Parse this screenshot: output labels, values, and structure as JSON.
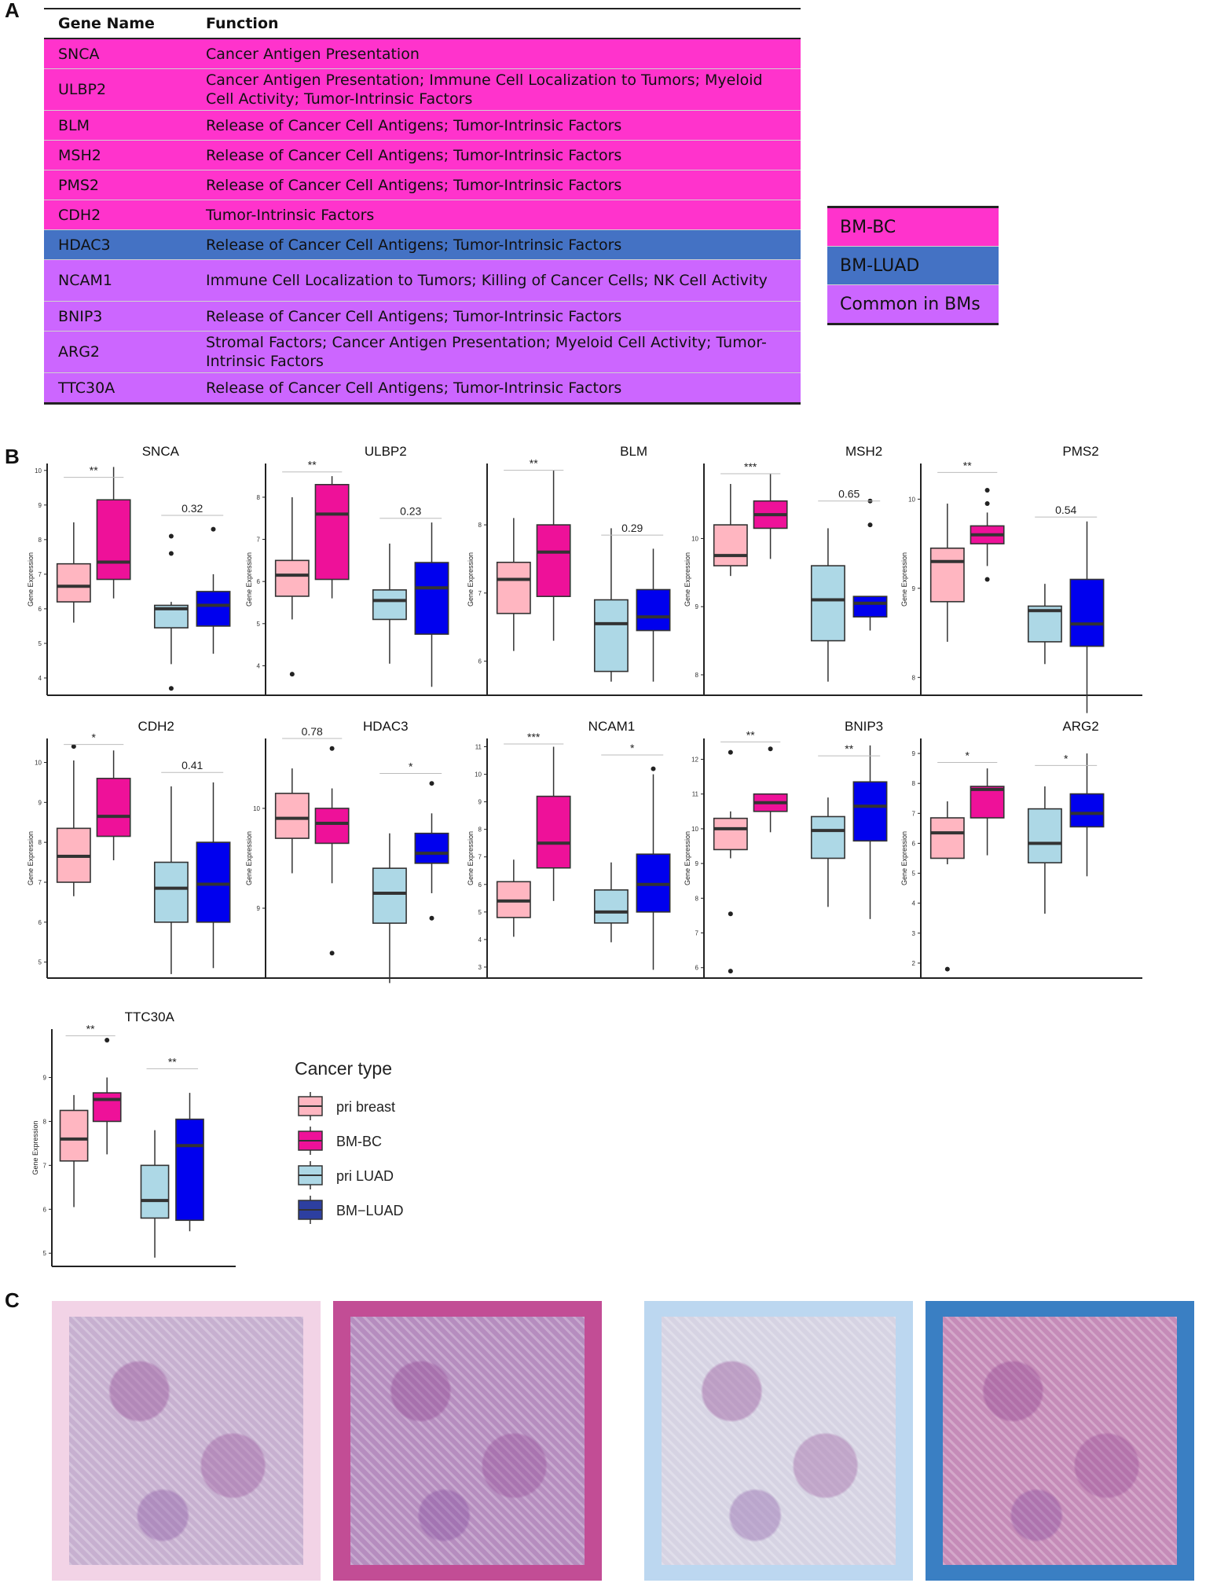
{
  "panels": {
    "a": "A",
    "b": "B",
    "c": "C"
  },
  "colors": {
    "bm_bc": "#ff33cc",
    "bm_luad": "#4472c4",
    "common": "#cc66ff",
    "pri_breast": "#ffb6c1",
    "bm_bc_box": "#ee1199",
    "pri_luad": "#add8e6",
    "bm_luad_box": "#0000ee"
  },
  "table": {
    "headers": [
      "Gene Name",
      "Function"
    ],
    "rows": [
      {
        "gene": "SNCA",
        "function": "Cancer Antigen Presentation",
        "group": "bc"
      },
      {
        "gene": "ULBP2",
        "function": "Cancer Antigen Presentation; Immune Cell Localization to Tumors; Myeloid Cell Activity; Tumor-Intrinsic Factors",
        "group": "bc"
      },
      {
        "gene": "BLM",
        "function": "Release of Cancer Cell Antigens; Tumor-Intrinsic Factors",
        "group": "bc"
      },
      {
        "gene": "MSH2",
        "function": "Release of Cancer Cell Antigens; Tumor-Intrinsic Factors",
        "group": "bc"
      },
      {
        "gene": "PMS2",
        "function": "Release of Cancer Cell Antigens; Tumor-Intrinsic Factors",
        "group": "bc"
      },
      {
        "gene": "CDH2",
        "function": "Tumor-Intrinsic Factors",
        "group": "bc"
      },
      {
        "gene": "HDAC3",
        "function": "Release of Cancer Cell Antigens; Tumor-Intrinsic Factors",
        "group": "luad"
      },
      {
        "gene": "NCAM1",
        "function": "Immune Cell Localization to Tumors; Killing of Cancer Cells; NK Cell Activity",
        "group": "common"
      },
      {
        "gene": "BNIP3",
        "function": "Release of Cancer Cell Antigens; Tumor-Intrinsic Factors",
        "group": "common"
      },
      {
        "gene": "ARG2",
        "function": "Stromal Factors; Cancer Antigen Presentation; Myeloid Cell Activity; Tumor-Intrinsic Factors",
        "group": "common"
      },
      {
        "gene": "TTC30A",
        "function": "Release of Cancer Cell Antigens; Tumor-Intrinsic Factors",
        "group": "common"
      }
    ]
  },
  "group_legend": [
    {
      "label": "BM-BC",
      "group": "bc"
    },
    {
      "label": "BM-LUAD",
      "group": "luad"
    },
    {
      "label": "Common in BMs",
      "group": "common"
    }
  ],
  "chart_data": [
    {
      "type": "box",
      "title": "SNCA",
      "ylabel": "Gene Expression",
      "ylim": [
        3.5,
        10.2
      ],
      "yticks": [
        4,
        5,
        6,
        7,
        8,
        9,
        10
      ],
      "boxes": [
        {
          "q1": 6.2,
          "median": 6.65,
          "q3": 7.3,
          "min": 5.6,
          "max": 8.5,
          "outliers": []
        },
        {
          "q1": 6.85,
          "median": 7.35,
          "q3": 9.15,
          "min": 6.3,
          "max": 10.1,
          "outliers": []
        },
        {
          "q1": 5.45,
          "median": 6.0,
          "q3": 6.1,
          "min": 4.4,
          "max": 6.2,
          "outliers": [
            8.1,
            7.6,
            3.7
          ]
        },
        {
          "q1": 5.5,
          "median": 6.1,
          "q3": 6.5,
          "min": 4.7,
          "max": 7.0,
          "outliers": [
            8.3
          ]
        }
      ],
      "comparisons": [
        {
          "label": "**",
          "pair": [
            0,
            1
          ],
          "y": 9.8
        },
        {
          "label": "0.32",
          "pair": [
            2,
            3
          ],
          "y": 8.7
        }
      ]
    },
    {
      "type": "box",
      "title": "ULBP2",
      "ylabel": "Gene Expression",
      "ylim": [
        3.3,
        8.8
      ],
      "yticks": [
        4,
        5,
        6,
        7,
        8
      ],
      "boxes": [
        {
          "q1": 5.65,
          "median": 6.15,
          "q3": 6.5,
          "min": 5.1,
          "max": 8.0,
          "outliers": [
            3.8
          ]
        },
        {
          "q1": 6.05,
          "median": 7.6,
          "q3": 8.3,
          "min": 5.6,
          "max": 8.5,
          "outliers": []
        },
        {
          "q1": 5.1,
          "median": 5.55,
          "q3": 5.8,
          "min": 4.05,
          "max": 6.9,
          "outliers": []
        },
        {
          "q1": 4.75,
          "median": 5.85,
          "q3": 6.45,
          "min": 3.5,
          "max": 7.4,
          "outliers": []
        }
      ],
      "comparisons": [
        {
          "label": "**",
          "pair": [
            0,
            1
          ],
          "y": 8.6
        },
        {
          "label": "0.23",
          "pair": [
            2,
            3
          ],
          "y": 7.5
        }
      ]
    },
    {
      "type": "box",
      "title": "BLM",
      "ylabel": "Gene Expression",
      "ylim": [
        5.5,
        8.9
      ],
      "yticks": [
        6,
        7,
        8
      ],
      "boxes": [
        {
          "q1": 6.7,
          "median": 7.2,
          "q3": 7.45,
          "min": 6.15,
          "max": 8.1,
          "outliers": []
        },
        {
          "q1": 6.95,
          "median": 7.6,
          "q3": 8.0,
          "min": 6.3,
          "max": 8.8,
          "outliers": []
        },
        {
          "q1": 5.85,
          "median": 6.55,
          "q3": 6.9,
          "min": 5.7,
          "max": 7.95,
          "outliers": []
        },
        {
          "q1": 6.45,
          "median": 6.65,
          "q3": 7.05,
          "min": 5.7,
          "max": 7.65,
          "outliers": []
        }
      ],
      "comparisons": [
        {
          "label": "**",
          "pair": [
            0,
            1
          ],
          "y": 8.8
        },
        {
          "label": "0.29",
          "pair": [
            2,
            3
          ],
          "y": 7.85
        }
      ]
    },
    {
      "type": "box",
      "title": "MSH2",
      "ylabel": "Gene Expression",
      "ylim": [
        7.7,
        11.1
      ],
      "yticks": [
        8,
        9,
        10
      ],
      "boxes": [
        {
          "q1": 9.6,
          "median": 9.75,
          "q3": 10.2,
          "min": 9.45,
          "max": 10.8,
          "outliers": []
        },
        {
          "q1": 10.15,
          "median": 10.35,
          "q3": 10.55,
          "min": 9.7,
          "max": 10.95,
          "outliers": []
        },
        {
          "q1": 8.5,
          "median": 9.1,
          "q3": 9.6,
          "min": 7.9,
          "max": 10.15,
          "outliers": []
        },
        {
          "q1": 8.85,
          "median": 9.05,
          "q3": 9.15,
          "min": 8.65,
          "max": 9.15,
          "outliers": [
            10.55,
            10.2
          ]
        }
      ],
      "comparisons": [
        {
          "label": "***",
          "pair": [
            0,
            1
          ],
          "y": 10.95
        },
        {
          "label": "0.65",
          "pair": [
            2,
            3
          ],
          "y": 10.55
        }
      ]
    },
    {
      "type": "box",
      "title": "PMS2",
      "ylabel": "Gene Expression",
      "ylim": [
        7.8,
        10.4
      ],
      "yticks": [
        8,
        9,
        10
      ],
      "boxes": [
        {
          "q1": 8.85,
          "median": 9.3,
          "q3": 9.45,
          "min": 8.4,
          "max": 9.95,
          "outliers": []
        },
        {
          "q1": 9.5,
          "median": 9.6,
          "q3": 9.7,
          "min": 9.25,
          "max": 9.85,
          "outliers": [
            10.1,
            9.95,
            9.1
          ]
        },
        {
          "q1": 8.4,
          "median": 8.75,
          "q3": 8.8,
          "min": 8.15,
          "max": 9.05,
          "outliers": []
        },
        {
          "q1": 8.35,
          "median": 8.6,
          "q3": 9.1,
          "min": 7.6,
          "max": 9.75,
          "outliers": []
        }
      ],
      "comparisons": [
        {
          "label": "**",
          "pair": [
            0,
            1
          ],
          "y": 10.3
        },
        {
          "label": "0.54",
          "pair": [
            2,
            3
          ],
          "y": 9.8
        }
      ]
    },
    {
      "type": "box",
      "title": "CDH2",
      "ylabel": "Gene Expression",
      "ylim": [
        4.6,
        10.6
      ],
      "yticks": [
        5,
        6,
        7,
        8,
        9,
        10
      ],
      "boxes": [
        {
          "q1": 7.0,
          "median": 7.65,
          "q3": 8.35,
          "min": 6.65,
          "max": 10.05,
          "outliers": [
            10.4
          ]
        },
        {
          "q1": 8.15,
          "median": 8.65,
          "q3": 9.6,
          "min": 7.55,
          "max": 10.3,
          "outliers": []
        },
        {
          "q1": 6.0,
          "median": 6.85,
          "q3": 7.5,
          "min": 4.7,
          "max": 9.4,
          "outliers": []
        },
        {
          "q1": 6.0,
          "median": 6.95,
          "q3": 8.0,
          "min": 4.85,
          "max": 9.5,
          "outliers": []
        }
      ],
      "comparisons": [
        {
          "label": "*",
          "pair": [
            0,
            1
          ],
          "y": 10.45
        },
        {
          "label": "0.41",
          "pair": [
            2,
            3
          ],
          "y": 9.75
        }
      ]
    },
    {
      "type": "box",
      "title": "HDAC3",
      "ylabel": "Gene Expression",
      "ylim": [
        8.3,
        10.7
      ],
      "yticks": [
        9,
        10
      ],
      "boxes": [
        {
          "q1": 9.7,
          "median": 9.9,
          "q3": 10.15,
          "min": 9.35,
          "max": 10.4,
          "outliers": []
        },
        {
          "q1": 9.65,
          "median": 9.85,
          "q3": 10.0,
          "min": 9.25,
          "max": 10.2,
          "outliers": [
            10.6,
            8.55
          ]
        },
        {
          "q1": 8.85,
          "median": 9.15,
          "q3": 9.4,
          "min": 8.25,
          "max": 9.75,
          "outliers": []
        },
        {
          "q1": 9.45,
          "median": 9.55,
          "q3": 9.75,
          "min": 9.15,
          "max": 9.95,
          "outliers": [
            10.25,
            8.9
          ]
        }
      ],
      "comparisons": [
        {
          "label": "0.78",
          "pair": [
            0,
            1
          ],
          "y": 10.7
        },
        {
          "label": "*",
          "pair": [
            2,
            3
          ],
          "y": 10.35
        }
      ]
    },
    {
      "type": "box",
      "title": "NCAM1",
      "ylabel": "Gene Expression",
      "ylim": [
        2.6,
        11.3
      ],
      "yticks": [
        3,
        4,
        5,
        6,
        7,
        8,
        9,
        10,
        11
      ],
      "boxes": [
        {
          "q1": 4.8,
          "median": 5.4,
          "q3": 6.1,
          "min": 4.1,
          "max": 6.9,
          "outliers": []
        },
        {
          "q1": 6.6,
          "median": 7.5,
          "q3": 9.2,
          "min": 5.4,
          "max": 11.0,
          "outliers": []
        },
        {
          "q1": 4.6,
          "median": 5.0,
          "q3": 5.8,
          "min": 3.9,
          "max": 6.8,
          "outliers": []
        },
        {
          "q1": 5.0,
          "median": 6.0,
          "q3": 7.1,
          "min": 2.9,
          "max": 10.0,
          "outliers": [
            10.2
          ]
        }
      ],
      "comparisons": [
        {
          "label": "***",
          "pair": [
            0,
            1
          ],
          "y": 11.1
        },
        {
          "label": "*",
          "pair": [
            2,
            3
          ],
          "y": 10.7
        }
      ]
    },
    {
      "type": "box",
      "title": "BNIP3",
      "ylabel": "Gene Expression",
      "ylim": [
        5.7,
        12.6
      ],
      "yticks": [
        6,
        7,
        8,
        9,
        10,
        11,
        12
      ],
      "boxes": [
        {
          "q1": 9.4,
          "median": 10.0,
          "q3": 10.3,
          "min": 9.15,
          "max": 10.5,
          "outliers": [
            12.2,
            7.55,
            5.9
          ]
        },
        {
          "q1": 10.5,
          "median": 10.75,
          "q3": 11.0,
          "min": 9.9,
          "max": 11.0,
          "outliers": [
            12.3
          ]
        },
        {
          "q1": 9.15,
          "median": 9.95,
          "q3": 10.35,
          "min": 7.75,
          "max": 10.9,
          "outliers": []
        },
        {
          "q1": 9.65,
          "median": 10.65,
          "q3": 11.35,
          "min": 7.4,
          "max": 12.4,
          "outliers": []
        }
      ],
      "comparisons": [
        {
          "label": "**",
          "pair": [
            0,
            1
          ],
          "y": 12.5
        },
        {
          "label": "**",
          "pair": [
            2,
            3
          ],
          "y": 12.1
        }
      ]
    },
    {
      "type": "box",
      "title": "ARG2",
      "ylabel": "Gene Expression",
      "ylim": [
        1.5,
        9.5
      ],
      "yticks": [
        2,
        3,
        4,
        5,
        6,
        7,
        8,
        9
      ],
      "boxes": [
        {
          "q1": 5.5,
          "median": 6.35,
          "q3": 6.85,
          "min": 5.3,
          "max": 7.4,
          "outliers": [
            1.8
          ]
        },
        {
          "q1": 6.85,
          "median": 7.8,
          "q3": 7.9,
          "min": 5.6,
          "max": 8.5,
          "outliers": []
        },
        {
          "q1": 5.35,
          "median": 6.0,
          "q3": 7.15,
          "min": 3.65,
          "max": 7.9,
          "outliers": []
        },
        {
          "q1": 6.55,
          "median": 7.0,
          "q3": 7.65,
          "min": 4.9,
          "max": 9.0,
          "outliers": []
        }
      ],
      "comparisons": [
        {
          "label": "*",
          "pair": [
            0,
            1
          ],
          "y": 8.7
        },
        {
          "label": "*",
          "pair": [
            2,
            3
          ],
          "y": 8.6
        }
      ]
    },
    {
      "type": "box",
      "title": "TTC30A",
      "ylabel": "Gene Expression",
      "ylim": [
        4.7,
        10.1
      ],
      "yticks": [
        5,
        6,
        7,
        8,
        9
      ],
      "boxes": [
        {
          "q1": 7.1,
          "median": 7.6,
          "q3": 8.25,
          "min": 6.05,
          "max": 8.6,
          "outliers": []
        },
        {
          "q1": 8.0,
          "median": 8.5,
          "q3": 8.65,
          "min": 7.25,
          "max": 9.0,
          "outliers": [
            9.85
          ]
        },
        {
          "q1": 5.8,
          "median": 6.2,
          "q3": 7.0,
          "min": 4.9,
          "max": 7.8,
          "outliers": []
        },
        {
          "q1": 5.75,
          "median": 7.45,
          "q3": 8.05,
          "min": 5.5,
          "max": 8.65,
          "outliers": []
        }
      ],
      "comparisons": [
        {
          "label": "**",
          "pair": [
            0,
            1
          ],
          "y": 9.95
        },
        {
          "label": "**",
          "pair": [
            2,
            3
          ],
          "y": 9.2
        }
      ]
    }
  ],
  "box_legend": {
    "title": "Cancer type",
    "items": [
      {
        "label": "pri breast",
        "color": "#ffb6c1"
      },
      {
        "label": "BM-BC",
        "color": "#ee1199"
      },
      {
        "label": "pri LUAD",
        "color": "#add8e6"
      },
      {
        "label": "BM−LUAD",
        "color": "#2d3fa0"
      }
    ]
  },
  "photos": [
    {
      "frame": "#f2d3e6",
      "tissue": "#c7b0d0"
    },
    {
      "frame": "#c24d95",
      "tissue": "#b68dbf"
    },
    {
      "frame": "#bcd7f0",
      "tissue": "#d6d3e3"
    },
    {
      "frame": "#3a7fc3",
      "tissue": "#c58bb8"
    }
  ]
}
